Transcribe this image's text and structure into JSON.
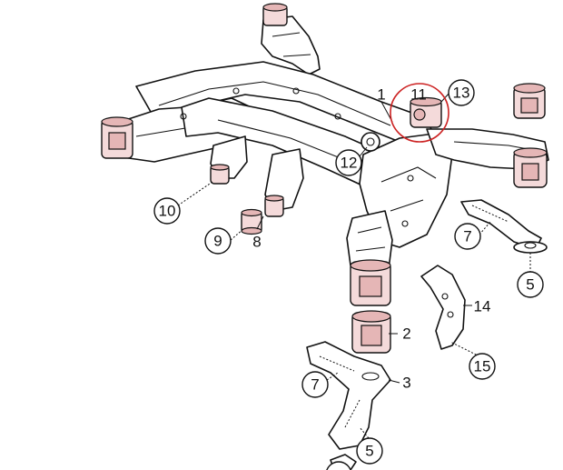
{
  "diagram": {
    "highlight_color": "#cc2222",
    "bushing_color": "#f0d0d0",
    "labels": {
      "p1": "1",
      "p2": "2",
      "p3": "3",
      "p5a": "5",
      "p5b": "5",
      "p7a": "7",
      "p7b": "7",
      "p8": "8",
      "p9": "9",
      "p10": "10",
      "p11": "11",
      "p12": "12",
      "p13": "13",
      "p14": "14",
      "p15": "15"
    }
  }
}
